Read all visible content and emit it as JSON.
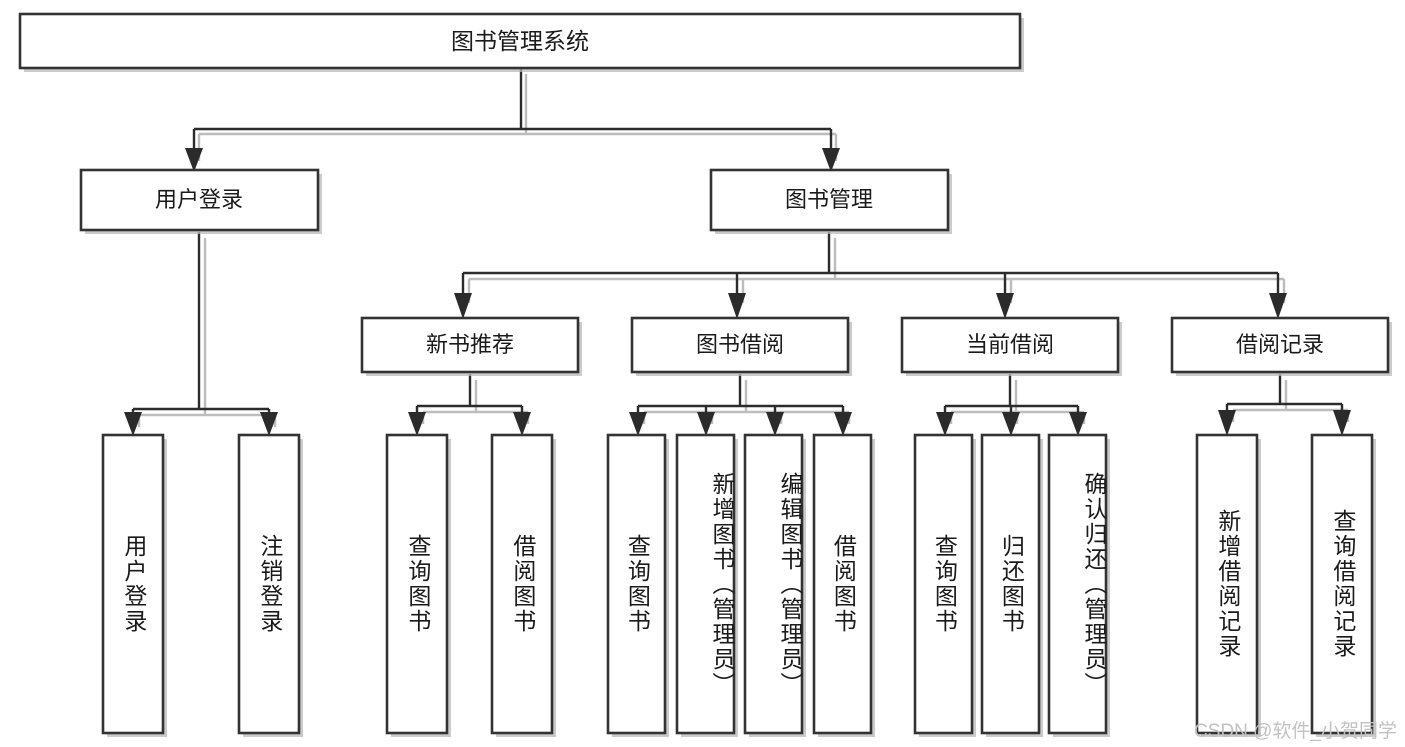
{
  "diagram": {
    "type": "tree-hierarchy",
    "title": "图书管理系统",
    "orientation": "top-down",
    "colors": {
      "box_stroke": "#333333",
      "box_fill": "#ffffff",
      "connector": "#2b2b2b",
      "text": "#1a1a1a",
      "watermark": "#c2c2c2",
      "background": "#ffffff"
    },
    "root": {
      "label": "图书管理系统"
    },
    "level1": [
      {
        "label": "用户登录"
      },
      {
        "label": "图书管理"
      }
    ],
    "level2": [
      {
        "label": "新书推荐"
      },
      {
        "label": "图书借阅"
      },
      {
        "label": "当前借阅"
      },
      {
        "label": "借阅记录"
      }
    ],
    "leaves": {
      "user_login": [
        {
          "label": "用户登录"
        },
        {
          "label": "注销登录"
        }
      ],
      "new_book_recommend": [
        {
          "label": "查询图书"
        },
        {
          "label": "借阅图书"
        }
      ],
      "book_borrow": [
        {
          "label": "查询图书"
        },
        {
          "label": "新增图书（管理员）"
        },
        {
          "label": "编辑图书（管理员）"
        },
        {
          "label": "借阅图书"
        }
      ],
      "current_borrow": [
        {
          "label": "查询图书"
        },
        {
          "label": "归还图书"
        },
        {
          "label": "确认归还（管理员）"
        }
      ],
      "borrow_records": [
        {
          "label": "新增借阅记录"
        },
        {
          "label": "查询借阅记录"
        }
      ]
    },
    "watermark": "CSDN @软件_小贺同学"
  }
}
